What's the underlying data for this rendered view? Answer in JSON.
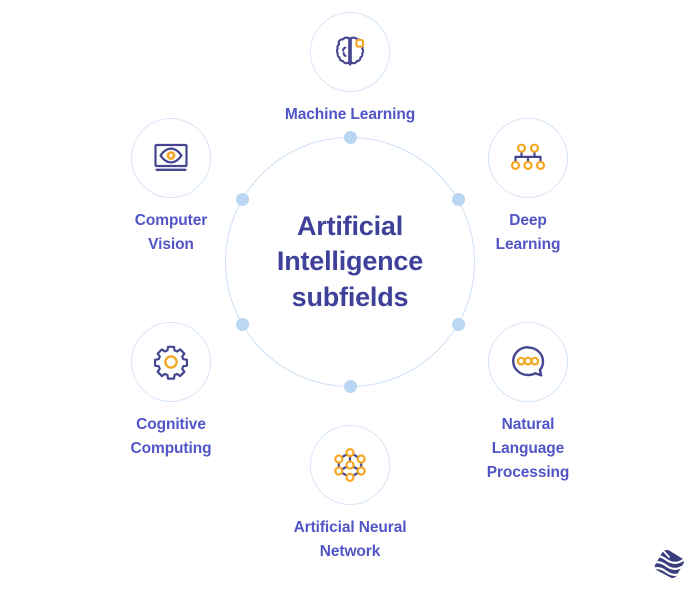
{
  "diagram": {
    "center": {
      "title_lines": [
        "Artificial",
        "Intelligence",
        "subfields"
      ],
      "text_color": "#3f4099",
      "ring_color": "#cfe0f5",
      "dot_color": "#b9d6f2",
      "dot_count": 6
    },
    "palette": {
      "background": "#ffffff",
      "label": "#5155c6",
      "icon_stroke": "#454590",
      "icon_accent": "#f5a623",
      "circle_border": "#d7e6f7",
      "logo": "#3a3d7e"
    },
    "nodes": [
      {
        "id": "machine-learning",
        "icon": "brain-icon",
        "label_lines": [
          "Machine Learning"
        ],
        "position": "top"
      },
      {
        "id": "computer-vision",
        "icon": "eye-monitor-icon",
        "label_lines": [
          "Computer",
          "Vision"
        ],
        "position": "upper-left"
      },
      {
        "id": "deep-learning",
        "icon": "hierarchy-tree-icon",
        "label_lines": [
          "Deep",
          "Learning"
        ],
        "position": "upper-right"
      },
      {
        "id": "cognitive-computing",
        "icon": "gear-icon",
        "label_lines": [
          "Cognitive",
          "Computing"
        ],
        "position": "lower-left"
      },
      {
        "id": "natural-language-processing",
        "icon": "speech-bubble-dots-icon",
        "label_lines": [
          "Natural",
          "Language",
          "Processing"
        ],
        "position": "lower-right"
      },
      {
        "id": "artificial-neural-network",
        "icon": "neural-network-nodes-icon",
        "label_lines": [
          "Artificial Neural",
          "Network"
        ],
        "position": "bottom"
      }
    ],
    "logo": {
      "name": "brand-logo",
      "shape": "rounded-diamond-waves"
    }
  }
}
